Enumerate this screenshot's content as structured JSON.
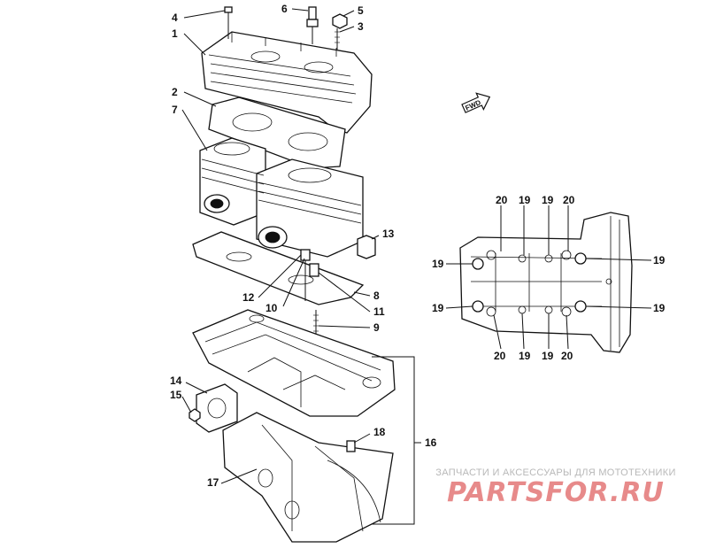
{
  "callouts": {
    "c1": "1",
    "c2": "2",
    "c3": "3",
    "c4": "4",
    "c5": "5",
    "c6": "6",
    "c7": "7",
    "c8": "8",
    "c9": "9",
    "c10": "10",
    "c11": "11",
    "c12": "12",
    "c13": "13",
    "c14": "14",
    "c15": "15",
    "c16": "16",
    "c17": "17",
    "c18": "18"
  },
  "detail_callouts": {
    "top": [
      "20",
      "19",
      "19",
      "20"
    ],
    "left": [
      "19",
      "19"
    ],
    "right": [
      "19",
      "19"
    ],
    "bottom": [
      "20",
      "19",
      "19",
      "20"
    ]
  },
  "direction_arrow": "FWD",
  "watermark": {
    "tagline": "ЗАПЧАСТИ И АКСЕССУАРЫ ДЛЯ МОТОТЕХНИКИ",
    "logo": "PARTSFOR.RU",
    "logo_color": "#e78a8a"
  }
}
